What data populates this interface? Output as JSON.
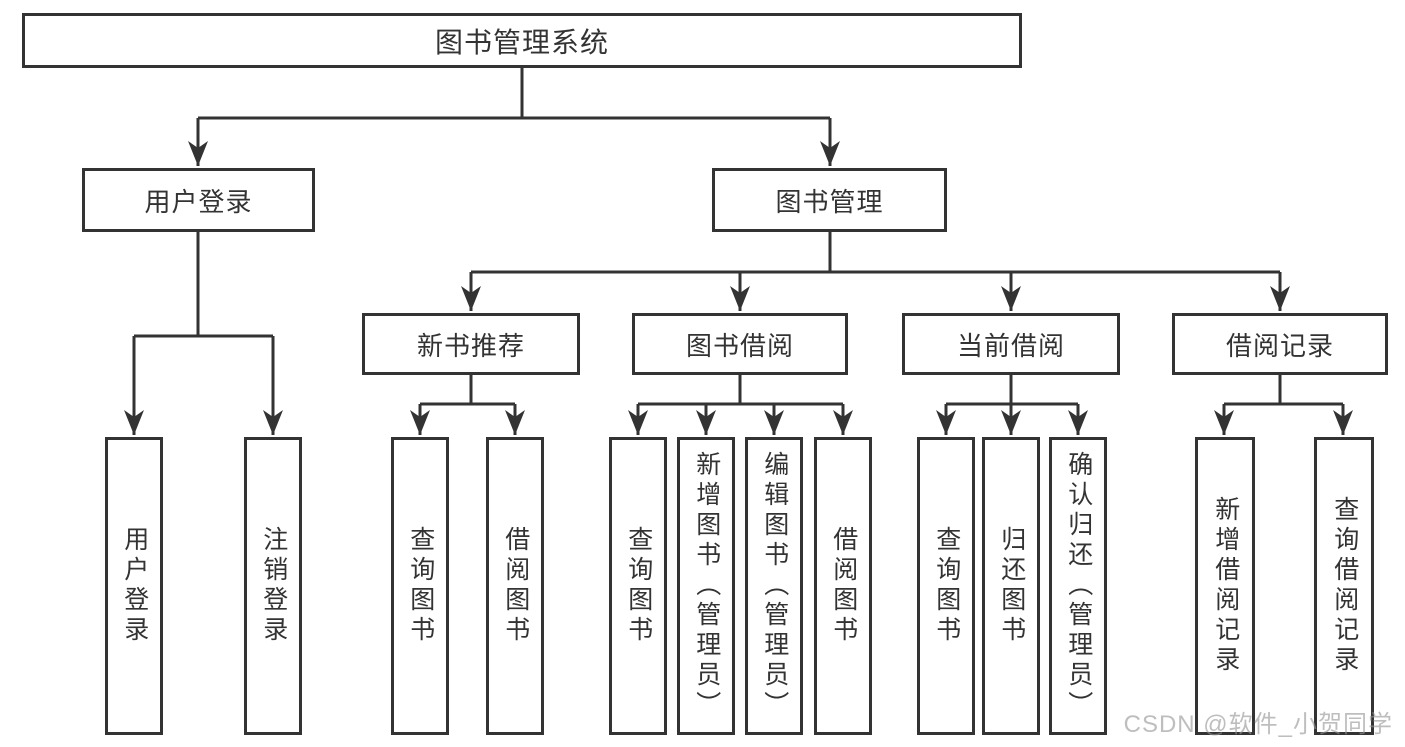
{
  "tree": {
    "root": {
      "label": "图书管理系统"
    },
    "children": [
      {
        "id": "user-login",
        "label": "用户登录",
        "leaves": [
          {
            "label": "用户登录"
          },
          {
            "label": "注销登录"
          }
        ]
      },
      {
        "id": "book-management",
        "label": "图书管理",
        "groups": [
          {
            "id": "new-book-recommend",
            "label": "新书推荐",
            "leaves": [
              {
                "label": "查询图书"
              },
              {
                "label": "借阅图书"
              }
            ]
          },
          {
            "id": "book-borrow",
            "label": "图书借阅",
            "leaves": [
              {
                "label": "查询图书"
              },
              {
                "label": "新增图书（管理员）"
              },
              {
                "label": "编辑图书（管理员）"
              },
              {
                "label": "借阅图书"
              }
            ]
          },
          {
            "id": "current-borrow",
            "label": "当前借阅",
            "leaves": [
              {
                "label": "查询图书"
              },
              {
                "label": "归还图书"
              },
              {
                "label": "确认归还（管理员）"
              }
            ]
          },
          {
            "id": "borrow-record",
            "label": "借阅记录",
            "leaves": [
              {
                "label": "新增借阅记录"
              },
              {
                "label": "查询借阅记录"
              }
            ]
          }
        ]
      }
    ]
  },
  "watermark": "CSDN @软件_小贺同学",
  "colors": {
    "line": "#333333",
    "text": "#333333",
    "box_background": "#ffffff",
    "watermark": "#969696"
  }
}
